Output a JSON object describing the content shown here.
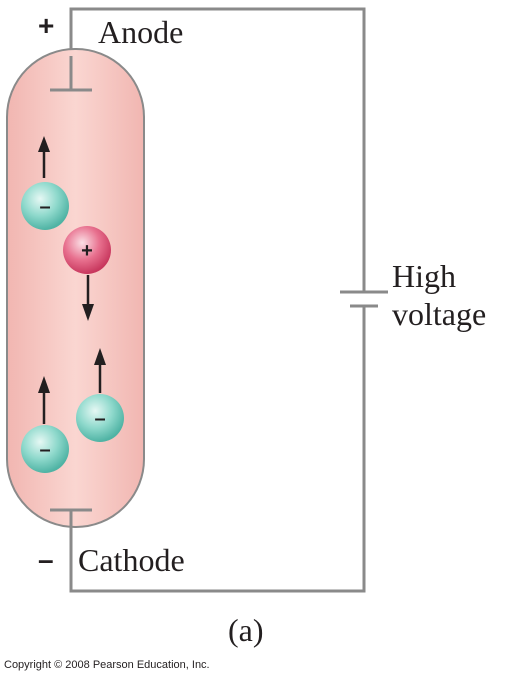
{
  "anode": {
    "label": "Anode",
    "polarity": "+"
  },
  "cathode": {
    "label": "Cathode",
    "polarity": "–"
  },
  "source": {
    "line1": "High",
    "line2": "voltage"
  },
  "panel_label": "(a)",
  "copyright": "Copyright © 2008 Pearson Education, Inc.",
  "particles": [
    {
      "kind": "negative ion",
      "sign": "–",
      "motion": "up"
    },
    {
      "kind": "positive ion",
      "sign": "+",
      "motion": "down"
    },
    {
      "kind": "negative ion",
      "sign": "–",
      "motion": "up"
    },
    {
      "kind": "negative ion",
      "sign": "–",
      "motion": "up"
    }
  ],
  "colors": {
    "tube_fill": "#f7c9c4",
    "tube_outline": "#8a8a8a",
    "wire": "#8a8a8a",
    "negative_ion": "#7fd3c6",
    "positive_ion": "#e0567a",
    "arrow": "#231f20",
    "text": "#231f20"
  }
}
